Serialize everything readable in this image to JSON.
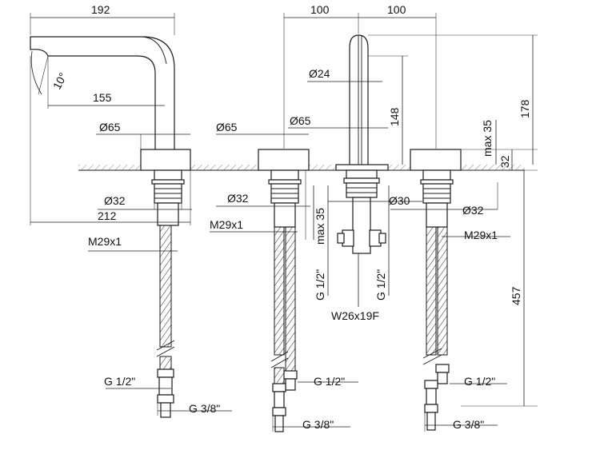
{
  "dimensions": {
    "spout_length": "192",
    "spacing_left": "100",
    "spacing_right": "100",
    "spout_angle": "10°",
    "reach": "155",
    "overall_width": "212",
    "spout_diameter": "Ø24",
    "spout_vertical": "148",
    "overall_height": "178",
    "deck_height": "32",
    "max_deck": "max 35",
    "rosette_left": "Ø65",
    "rosette_mid": "Ø65",
    "rosette_spout": "Ø65",
    "shank_left": "Ø32",
    "shank_mid": "Ø32",
    "shank_right": "Ø32",
    "shank_spout": "Ø30",
    "thread_left": "M29x1",
    "thread_mid": "M29x1",
    "thread_right": "M29x1",
    "max_mid": "max 35",
    "inlet_left": "G 1/2\"",
    "inlet_right": "G 1/2\"",
    "connector": "W26x19F",
    "hose_length": "457",
    "hose_g12_left": "G 1/2\"",
    "hose_g12_mid": "G 1/2\"",
    "hose_g12_right": "G 1/2\"",
    "hose_g38_left": "G 3/8\"",
    "hose_g38_mid": "G 3/8\"",
    "hose_g38_right": "G 3/8\""
  }
}
